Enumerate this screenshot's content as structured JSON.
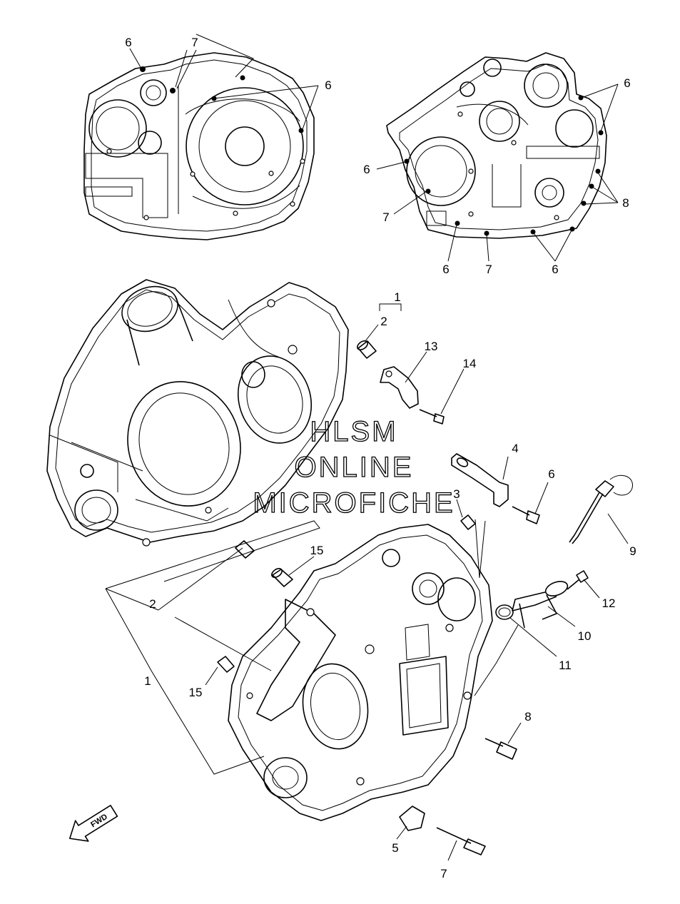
{
  "watermark": {
    "line1": "HLSM",
    "line2": "ONLINE",
    "line3": "MICROFICHE"
  },
  "fwd_label": "FWD",
  "callouts": {
    "c6_tl": "6",
    "c7_tl": "7",
    "c6_tl2": "6",
    "c6_tr": "6",
    "c6_trl": "6",
    "c7_trl": "7",
    "c8_tr": "8",
    "c6_trb1": "6",
    "c7_trb": "7",
    "c6_trb2": "6",
    "c1_top": "1",
    "c2_top": "2",
    "c13": "13",
    "c14": "14",
    "c4": "4",
    "c6_mid": "6",
    "c3": "3",
    "c9": "9",
    "c12": "12",
    "c10": "10",
    "c11": "11",
    "c15_a": "15",
    "c2_mid": "2",
    "c1_mid": "1",
    "c15_b": "15",
    "c8_bot": "8",
    "c5": "5",
    "c7_bot": "7"
  }
}
